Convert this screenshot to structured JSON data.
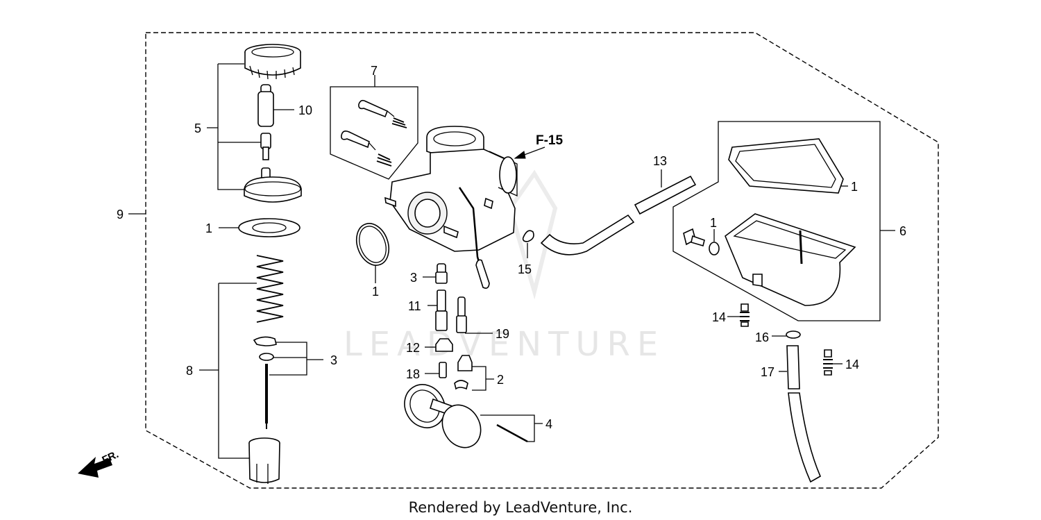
{
  "callouts": {
    "c9": "9",
    "c5": "5",
    "c10": "10",
    "c1_left": "1",
    "c8": "8",
    "c3_left": "3",
    "c7": "7",
    "c1_oring": "1",
    "c3_mid": "3",
    "c11": "11",
    "c19": "19",
    "c12": "12",
    "c18": "18",
    "c2": "2",
    "c4": "4",
    "c15": "15",
    "c13": "13",
    "c1_gasket": "1",
    "c1_washer": "1",
    "c6": "6",
    "c14_a": "14",
    "c16": "16",
    "c17": "17",
    "c14_b": "14"
  },
  "reference": {
    "label": "F-15"
  },
  "front_indicator": {
    "label": "FR."
  },
  "watermark": {
    "text": "LEADVENTURE"
  },
  "credit": {
    "text": "Rendered by LeadVenture, Inc."
  },
  "colors": {
    "line": "#000000",
    "watermark": "#e6e6e6",
    "background": "#ffffff"
  }
}
